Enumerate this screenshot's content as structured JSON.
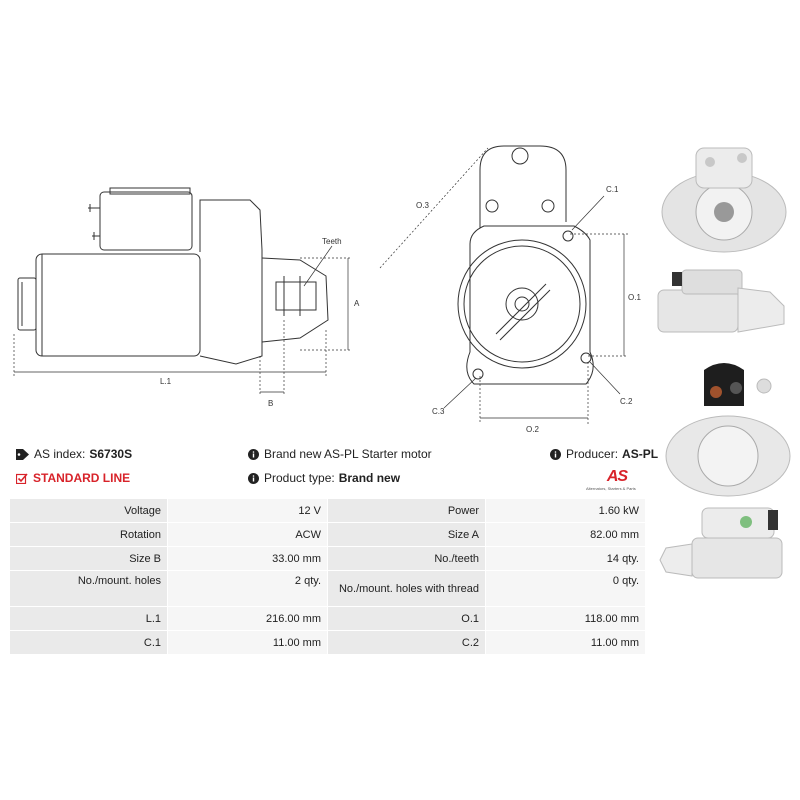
{
  "labels": {
    "teeth": "Teeth",
    "a": "A",
    "b": "B",
    "l1": "L.1",
    "o3": "O.3",
    "c1": "C.1",
    "o1": "O.1",
    "c3": "C.3",
    "c2": "C.2",
    "o2": "O.2"
  },
  "info": {
    "as_index_label": "AS index:",
    "as_index_value": "S6730S",
    "brand_new_text": "Brand new AS-PL Starter motor",
    "producer_label": "Producer:",
    "producer_value": "AS-PL",
    "standard_line": "STANDARD LINE",
    "product_type_label": "Product type:",
    "product_type_value": "Brand new"
  },
  "logo": {
    "mark": "AS",
    "tagline": "Alternators, Starters & Parts"
  },
  "icons": [
    "tag-icon",
    "info-icon",
    "checkbox-icon"
  ],
  "colors": {
    "accent": "#d8232a"
  },
  "specs": [
    {
      "k1": "Voltage",
      "v1": "12 V",
      "k2": "Power",
      "v2": "1.60 kW"
    },
    {
      "k1": "Rotation",
      "v1": "ACW",
      "k2": "Size A",
      "v2": "82.00 mm"
    },
    {
      "k1": "Size B",
      "v1": "33.00 mm",
      "k2": "No./teeth",
      "v2": "14 qty."
    },
    {
      "k1": "No./mount. holes",
      "v1": "2 qty.",
      "k2": "No./mount. holes with thread",
      "v2": "0 qty."
    },
    {
      "k1": "L.1",
      "v1": "216.00 mm",
      "k2": "O.1",
      "v2": "118.00 mm"
    },
    {
      "k1": "C.1",
      "v1": "11.00 mm",
      "k2": "C.2",
      "v2": "11.00 mm"
    }
  ]
}
